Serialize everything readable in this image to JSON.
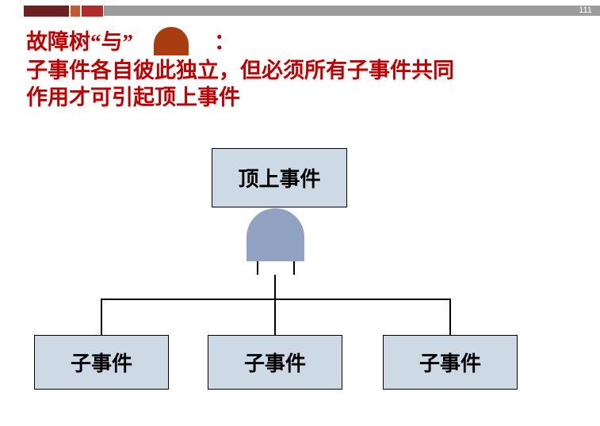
{
  "page": {
    "number": "111"
  },
  "title": {
    "line1_text": "故障树“与”",
    "line1_icon": "and-gate-icon",
    "line1_colon": "：",
    "line2": "子事件各自彼此独立，但必须所有子事件共同",
    "line3": "作用才可引起顶上事件"
  },
  "diagram": {
    "top_event": "顶上事件",
    "gate_type": "AND",
    "sub_events": [
      "子事件",
      "子事件",
      "子事件"
    ]
  },
  "colors": {
    "title_red": "#c00000",
    "icon_rust": "#a93d12",
    "gate_fill": "#92a2c2",
    "box_fill": "#cdd9e5",
    "header_maroon": "#6e2020",
    "header_orange": "#c65a2e",
    "header_red": "#b02b2b",
    "header_gray": "#9c9c9c"
  }
}
